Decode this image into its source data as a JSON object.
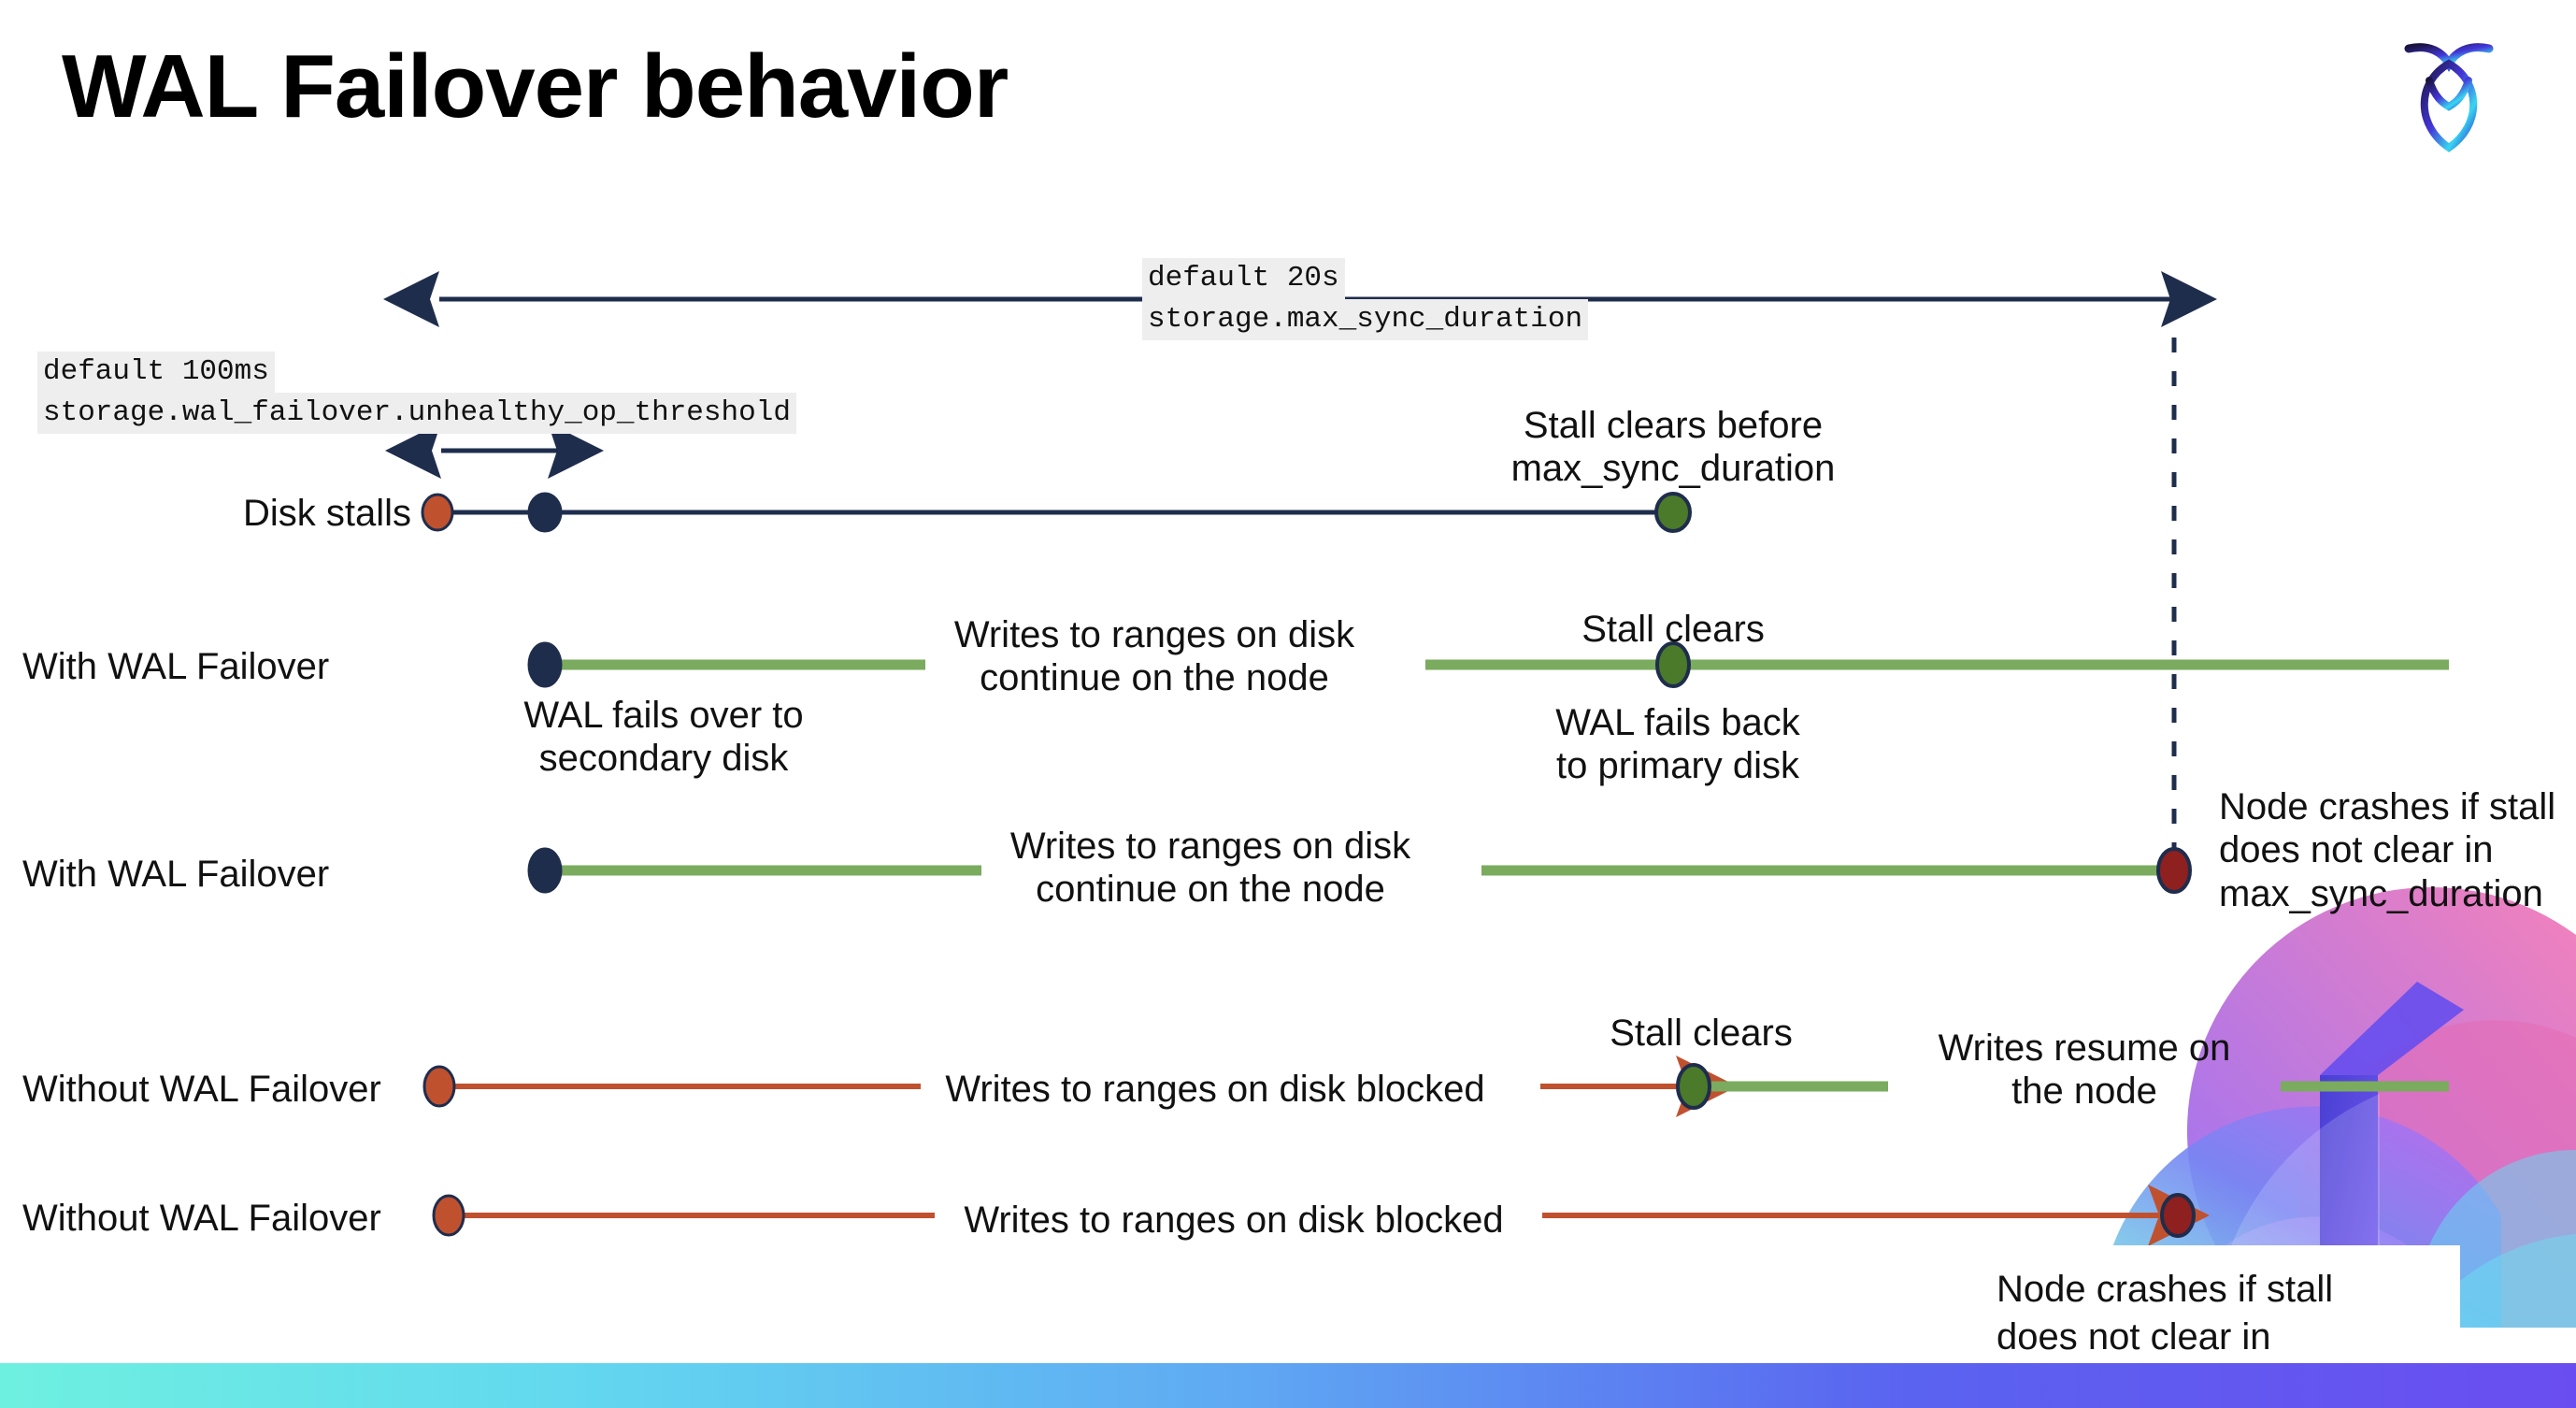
{
  "slide": {
    "title": "WAL Failover behavior",
    "logo_name": "cockroachdb-logo"
  },
  "annotations": {
    "max_sync_default": "default 20s",
    "max_sync_setting": "storage.max_sync_duration",
    "unhealthy_default": "default 100ms",
    "unhealthy_setting": "storage.wal_failover.unhealthy_op_threshold"
  },
  "rows": [
    {
      "label": "Disk stalls",
      "note_right": "Stall clears before\nmax_sync_duration"
    },
    {
      "label": "With WAL Failover",
      "note_start": "WAL fails over to\nsecondary disk",
      "note_mid": "Writes to ranges on disk\ncontinue on the node",
      "note_clear": "Stall clears",
      "note_back": "WAL fails  back\nto primary disk"
    },
    {
      "label": "With WAL Failover",
      "note_mid": "Writes to ranges on disk\ncontinue on the node",
      "note_crash": "Node crashes if stall\ndoes not clear in\nmax_sync_duration"
    },
    {
      "label": "Without WAL Failover",
      "note_mid": "Writes to ranges on disk  blocked",
      "note_clear": "Stall clears",
      "note_resume": "Writes resume on\nthe node"
    },
    {
      "label": "Without WAL Failover",
      "note_mid": "Writes to ranges on disk  blocked",
      "note_crash": "Node crashes if stall\ndoes not clear in\nmax_sync_duration"
    }
  ],
  "colors": {
    "navy": "#1f2d4d",
    "green_line": "#7aab5e",
    "green_dot": "#4a7a2a",
    "orange_dot": "#c0512f",
    "orange_line": "#c0512f",
    "dark_red_dot": "#8e2020",
    "highlight_bg": "#eeeeee",
    "band_start": "#6ef0e0",
    "band_end": "#6a4df0"
  }
}
